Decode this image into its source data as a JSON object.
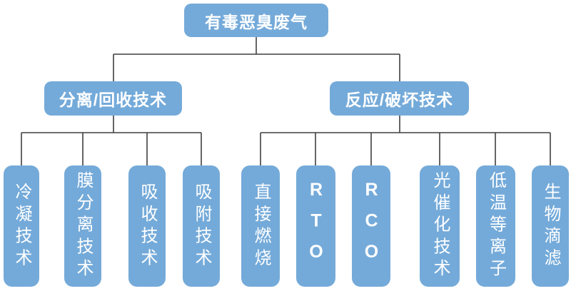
{
  "diagram": {
    "type": "hierarchy-flowchart",
    "root": {
      "label": "有毒恶臭废气"
    },
    "branches": [
      {
        "label": "分离/回收技术",
        "children": [
          {
            "label": "冷凝技术"
          },
          {
            "label": "膜分离技术"
          },
          {
            "label": "吸收技术"
          },
          {
            "label": "吸附技术"
          }
        ]
      },
      {
        "label": "反应/破坏技术",
        "children": [
          {
            "label": "直接燃烧"
          },
          {
            "label": "RTO"
          },
          {
            "label": "RCO"
          },
          {
            "label": "光催化技术"
          },
          {
            "label": "低温等离子"
          },
          {
            "label": "生物滴滤"
          }
        ]
      }
    ],
    "colors": {
      "box_fill": "#74aad9",
      "text": "#ffffff",
      "connector": "#3f3f3f",
      "background": "#ffffff"
    }
  }
}
